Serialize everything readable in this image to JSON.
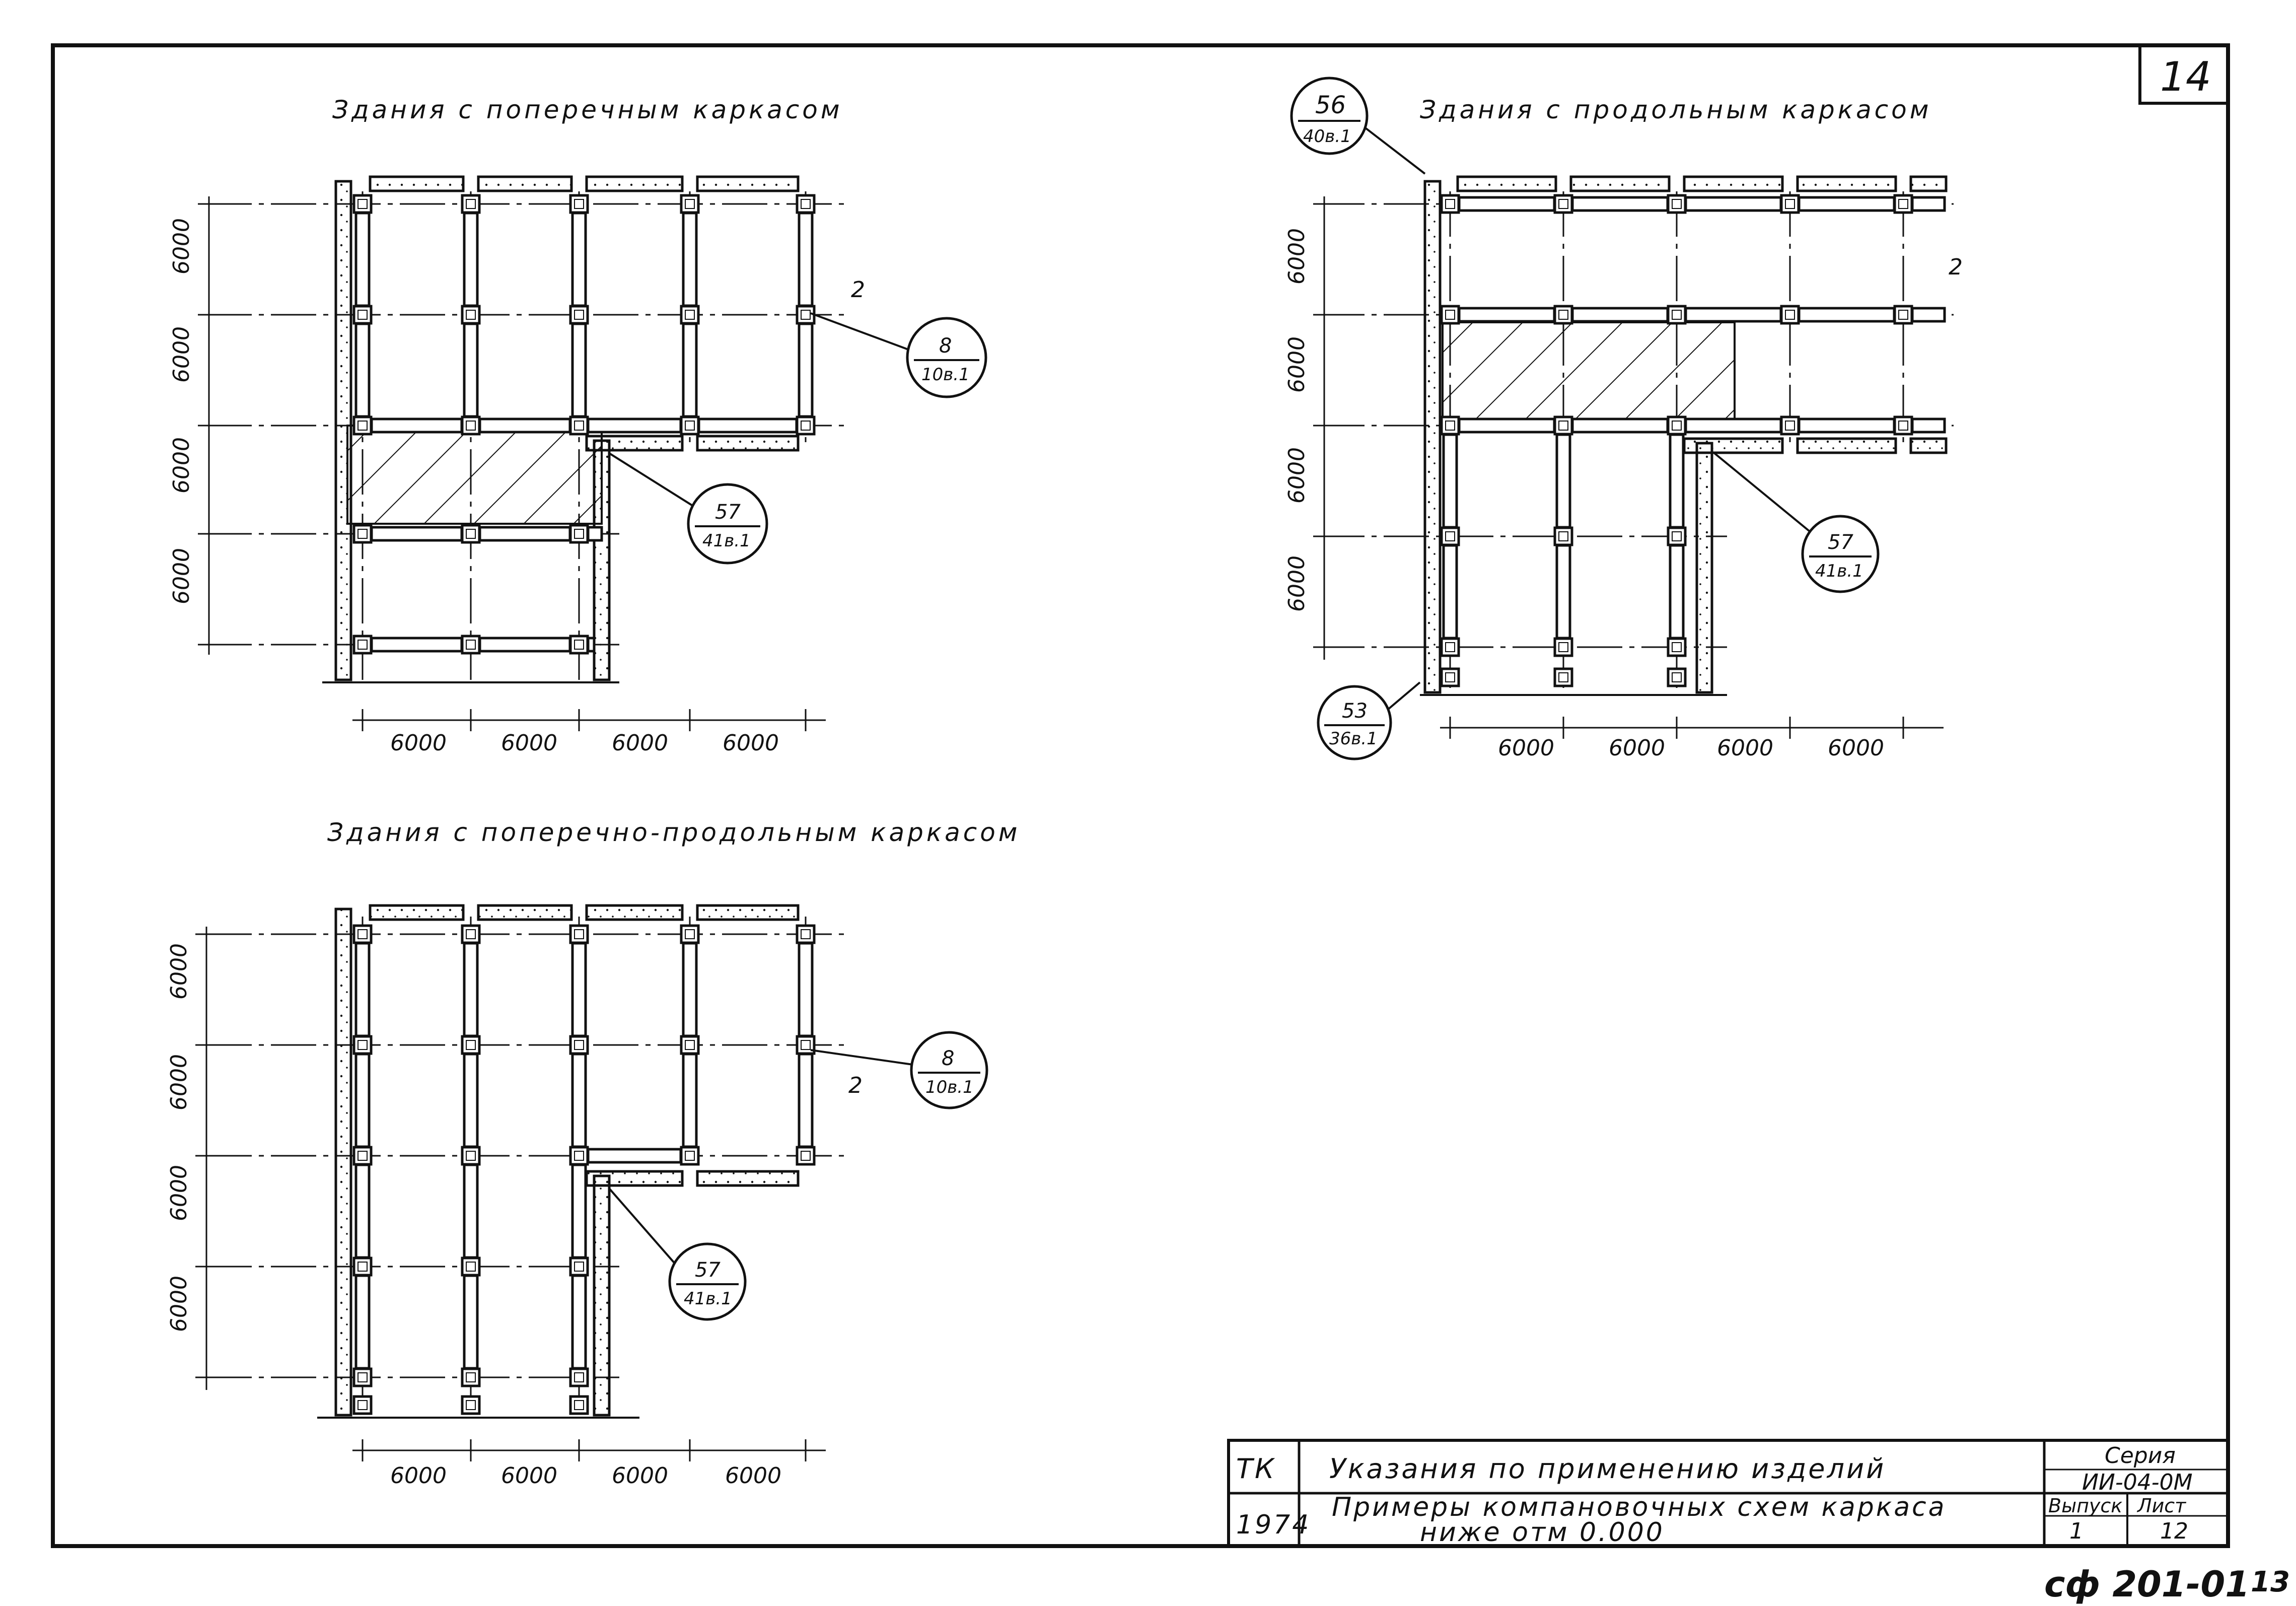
{
  "sheet": {
    "number": "14"
  },
  "drawings": [
    {
      "id": "transverse",
      "title": "Здания с поперечным каркасом",
      "axis_labels_left": [
        "6000",
        "6000",
        "6000",
        "6000"
      ],
      "axis_labels_bottom": [
        "6000",
        "6000",
        "6000",
        "6000"
      ],
      "callouts": [
        {
          "num": "8",
          "ref": "10в.1"
        },
        {
          "num": "57",
          "ref": "41в.1"
        }
      ],
      "mark": "2"
    },
    {
      "id": "longitudinal",
      "title": "Здания с продольным каркасом",
      "axis_labels_left": [
        "6000",
        "6000",
        "6000",
        "6000"
      ],
      "axis_labels_bottom": [
        "6000",
        "6000",
        "6000",
        "6000"
      ],
      "callouts": [
        {
          "num": "56",
          "ref": "40в.1"
        },
        {
          "num": "57",
          "ref": "41в.1"
        },
        {
          "num": "53",
          "ref": "36в.1"
        }
      ],
      "mark": "2"
    },
    {
      "id": "mixed",
      "title": "Здания с поперечно-продольным каркасом",
      "axis_labels_left": [
        "6000",
        "6000",
        "6000",
        "6000"
      ],
      "axis_labels_bottom": [
        "6000",
        "6000",
        "6000",
        "6000"
      ],
      "callouts": [
        {
          "num": "8",
          "ref": "10в.1"
        },
        {
          "num": "57",
          "ref": "41в.1"
        }
      ],
      "mark": "2"
    }
  ],
  "title_block": {
    "org": "ТК",
    "year": "1974",
    "line1": "Указания по применению изделий",
    "line2a": "Примеры компановочных схем каркаса",
    "line2b": "ниже отм 0.000",
    "series_label": "Серия",
    "series_value": "ИИ-04-0М",
    "issue_label": "Выпуск",
    "issue_value": "1",
    "sheet_label": "Лист",
    "sheet_value": "12"
  },
  "stamp_code": "сф 201-01",
  "stamp_page": "13"
}
